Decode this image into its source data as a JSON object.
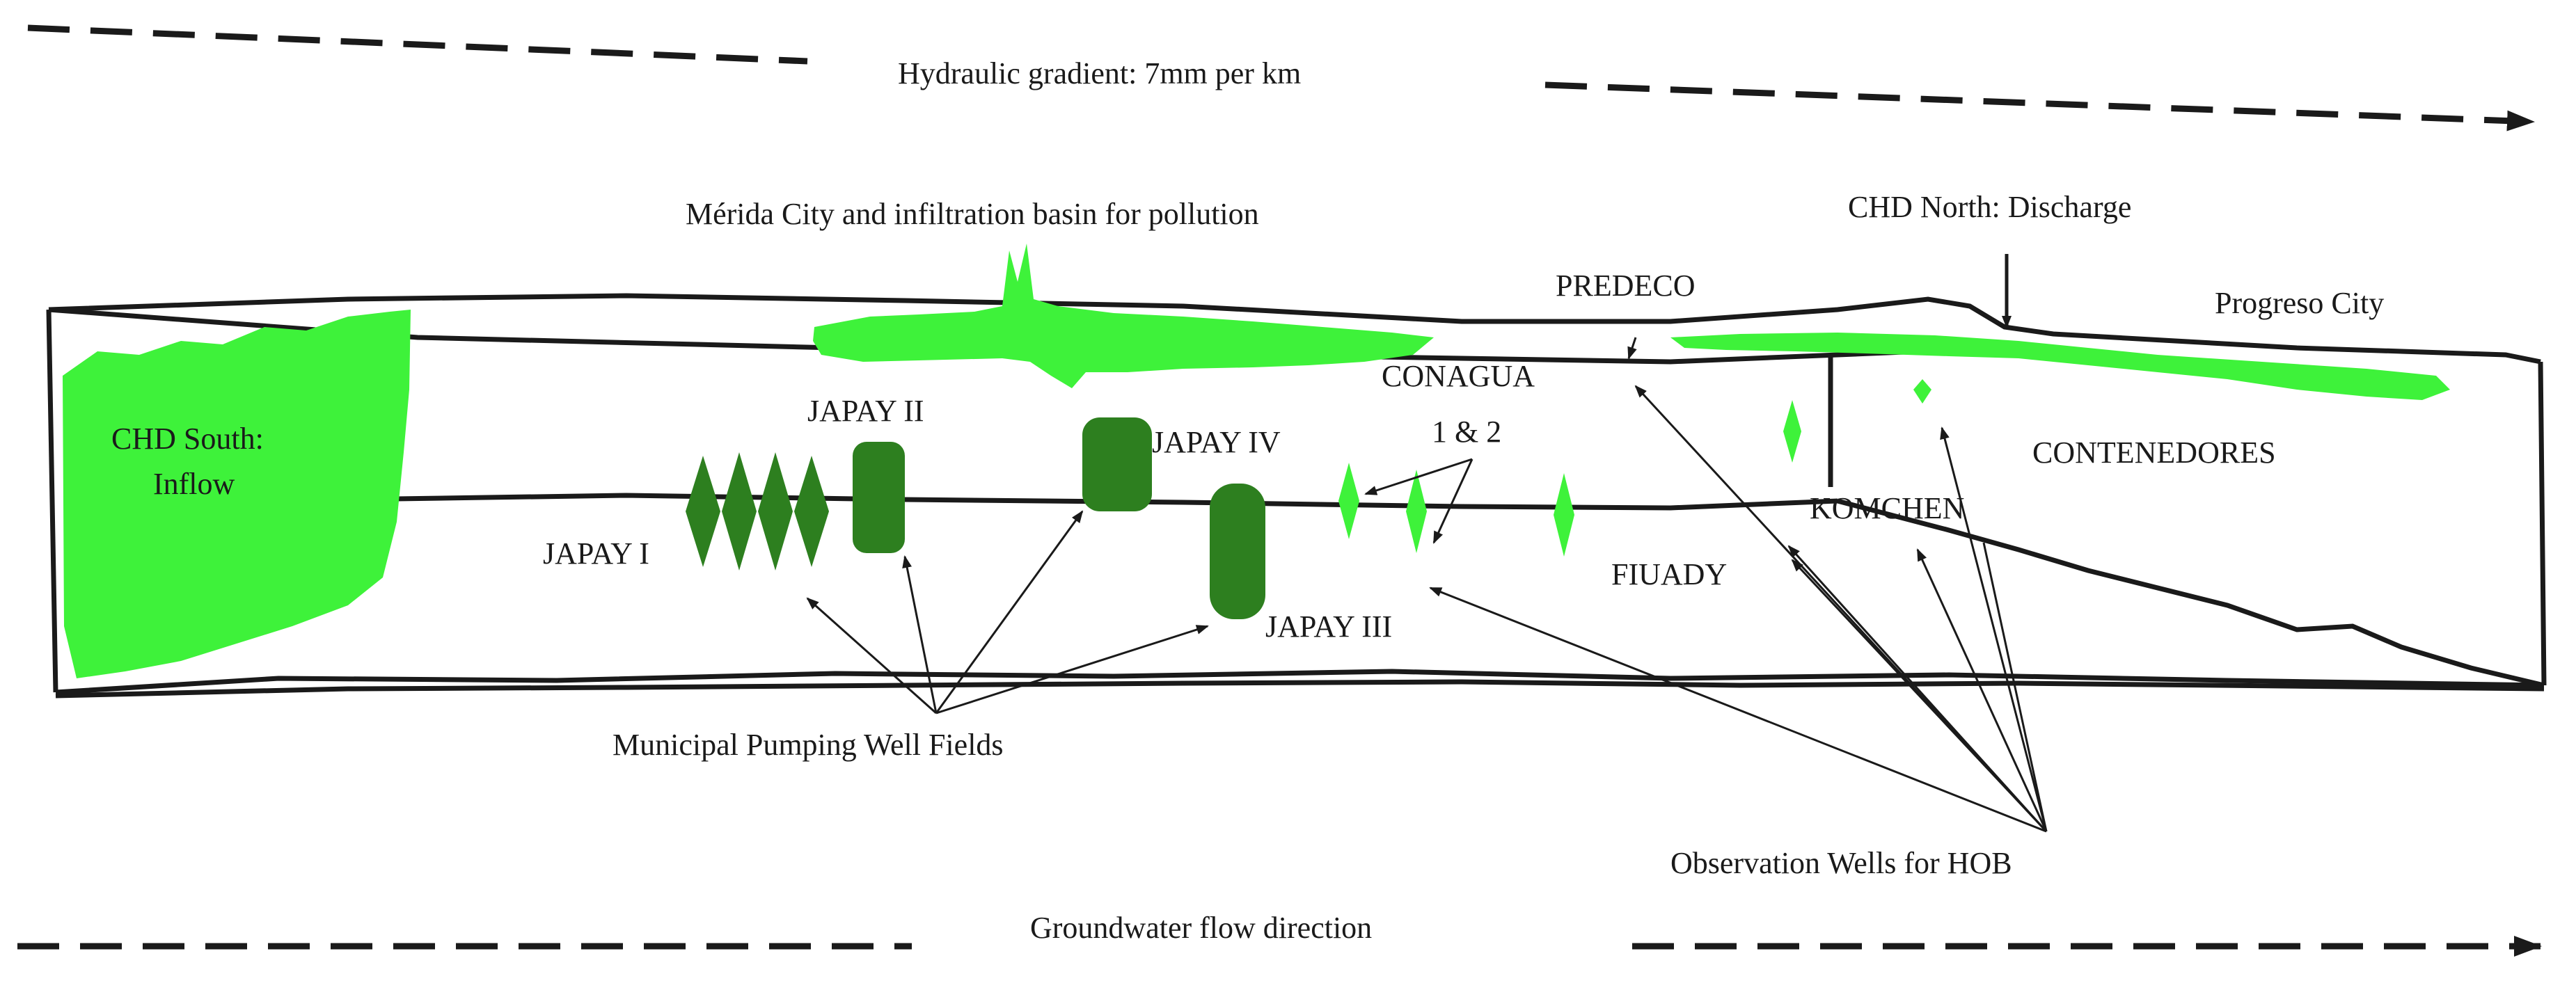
{
  "labels": {
    "top_gradient": "Hydraulic gradient: 7mm per km",
    "merida": "Mérida City and infiltration basin for pollution",
    "chd_north": "CHD North: Discharge",
    "predeco": "PREDECO",
    "progreso": "Progreso City",
    "conagua": "CONAGUA",
    "conagua_num": "1 & 2",
    "chd_south_1": "CHD South:",
    "chd_south_2": "Inflow",
    "japay_i": "JAPAY I",
    "japay_ii": "JAPAY II",
    "japay_iii": "JAPAY III",
    "japay_iv": "JAPAY IV",
    "contenedores": "CONTENEDORES",
    "komchen": "KOMCHEN",
    "fiuady": "FIUADY",
    "municipal": "Municipal Pumping Well Fields",
    "observation": "Observation Wells for HOB",
    "flow": "Groundwater flow direction"
  },
  "colors": {
    "bright_green": "#3ef23a",
    "dark_green": "#2d7f1f",
    "line": "#1a1a1a"
  }
}
